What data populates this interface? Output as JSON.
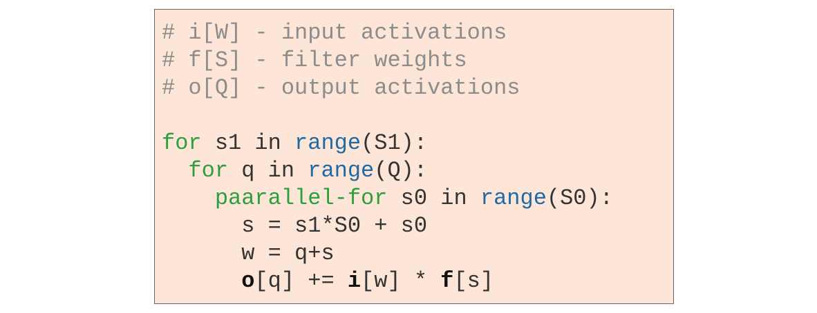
{
  "colors": {
    "background": "#fde5d8",
    "border": "#666666",
    "comment": "#8c8c8c",
    "keyword": "#2e9e3e",
    "builtin": "#1f6aa5",
    "text": "#333333"
  },
  "code": {
    "line1": {
      "comment": "# i[W] - input activations"
    },
    "line2": {
      "comment": "# f[S] - filter weights"
    },
    "line3": {
      "comment": "# o[Q] - output activations"
    },
    "line5": {
      "kw": "for",
      "mid": " s1 in ",
      "fn": "range",
      "rest": "(S1):"
    },
    "line6": {
      "indent": "  ",
      "kw": "for",
      "mid": " q in ",
      "fn": "range",
      "rest": "(Q):"
    },
    "line7": {
      "indent": "    ",
      "kw": "paarallel-for",
      "mid": " s0 in ",
      "fn": "range",
      "rest": "(S0):"
    },
    "line8": {
      "text": "      s = s1*S0 + s0"
    },
    "line9": {
      "text": "      w = q+s"
    },
    "line10": {
      "indent": "      ",
      "o": "o",
      "o_idx": "[q] += ",
      "i": "i",
      "i_idx": "[w] * ",
      "f": "f",
      "f_idx": "[s]"
    }
  }
}
